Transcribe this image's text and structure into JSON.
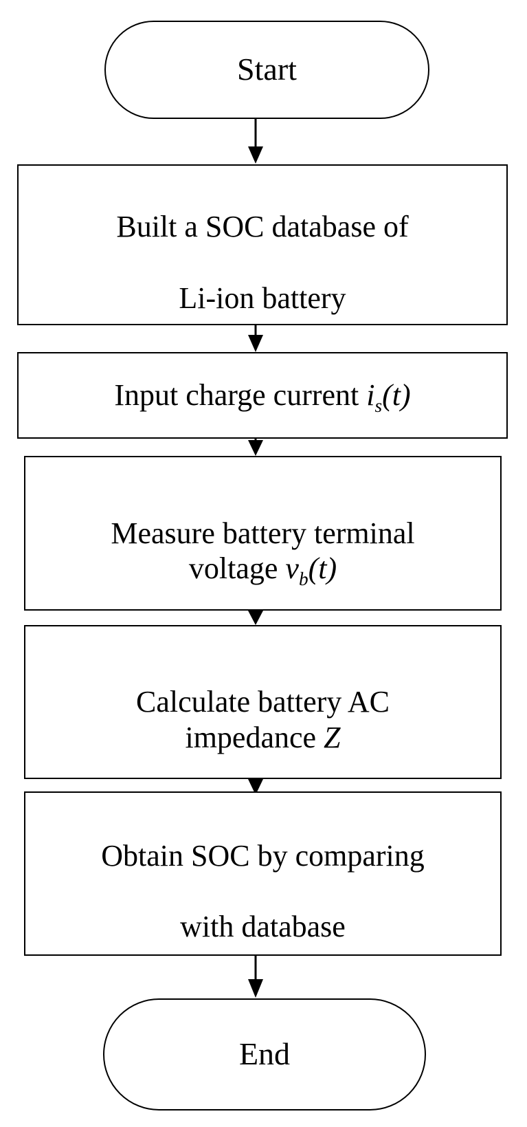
{
  "diagram": {
    "type": "flowchart",
    "orientation": "vertical",
    "title_text_style": "serif",
    "colors": {
      "stroke": "#000000",
      "fill": "#ffffff",
      "text": "#000000"
    },
    "nodes": [
      {
        "id": "start",
        "shape": "terminal",
        "label": "Start"
      },
      {
        "id": "build-database",
        "shape": "process",
        "line1": "Built a SOC database of",
        "line2": "Li-ion battery"
      },
      {
        "id": "input-current",
        "shape": "process",
        "text_before": "Input charge current ",
        "var_main": "i",
        "var_sub": "s",
        "text_after": "(t)"
      },
      {
        "id": "measure-voltage",
        "shape": "process",
        "line1": "Measure battery terminal",
        "line2_before": "voltage ",
        "line2_var_main": "v",
        "line2_var_sub": "b",
        "line2_after": "(t)"
      },
      {
        "id": "calculate-impedance",
        "shape": "process",
        "line1": "Calculate battery AC",
        "line2_before": "impedance ",
        "line2_var_main": "Z",
        "line2_after": ""
      },
      {
        "id": "obtain-soc",
        "shape": "process",
        "line1": "Obtain SOC by comparing",
        "line2": "with database"
      },
      {
        "id": "end",
        "shape": "terminal",
        "label": "End"
      }
    ],
    "edges": [
      {
        "id": "edge-start-to-build",
        "from": "start",
        "to": "build-database",
        "arrow": "down"
      },
      {
        "id": "edge-build-to-input",
        "from": "build-database",
        "to": "input-current",
        "arrow": "down"
      },
      {
        "id": "edge-input-to-measure",
        "from": "input-current",
        "to": "measure-voltage",
        "arrow": "down"
      },
      {
        "id": "edge-measure-to-calculate",
        "from": "measure-voltage",
        "to": "calculate-impedance",
        "arrow": "down"
      },
      {
        "id": "edge-calculate-to-obtain",
        "from": "calculate-impedance",
        "to": "obtain-soc",
        "arrow": "down"
      },
      {
        "id": "edge-obtain-to-end",
        "from": "obtain-soc",
        "to": "end",
        "arrow": "down"
      }
    ]
  }
}
